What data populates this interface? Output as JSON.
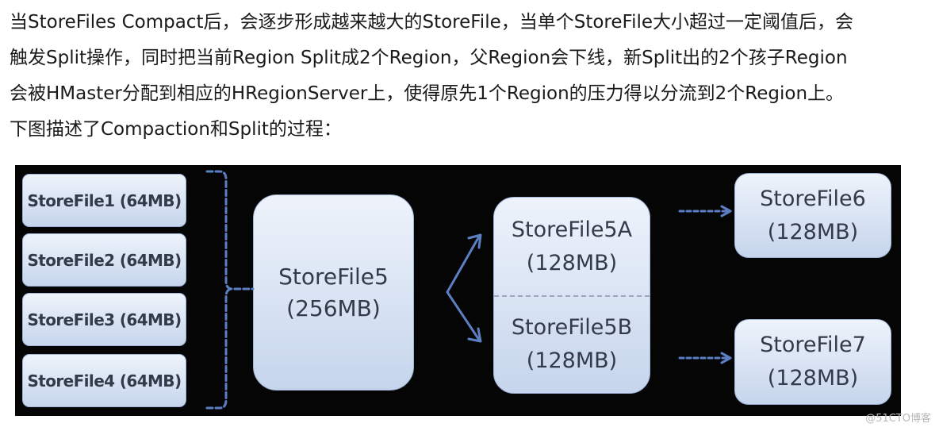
{
  "paragraph": {
    "lines": [
      "当StoreFiles Compact后，会逐步形成越来越大的StoreFile，当单个StoreFile大小超过一定阈值后，会",
      "触发Split操作，同时把当前Region Split成2个Region，父Region会下线，新Split出的2个孩子Region",
      "会被HMaster分配到相应的HRegionServer上，使得原先1个Region的压力得以分流到2个Region上。",
      "下图描述了Compaction和Split的过程："
    ]
  },
  "diagram": {
    "small_files": [
      "StoreFile1 (64MB)",
      "StoreFile2 (64MB)",
      "StoreFile3 (64MB)",
      "StoreFile4 (64MB)"
    ],
    "compacted": {
      "name": "StoreFile5",
      "size": "(256MB)"
    },
    "split_top": {
      "name": "StoreFile5A",
      "size": "(128MB)"
    },
    "split_bottom": {
      "name": "StoreFile5B",
      "size": "(128MB)"
    },
    "result_top": {
      "name": "StoreFile6",
      "size": "(128MB)"
    },
    "result_bottom": {
      "name": "StoreFile7",
      "size": "(128MB)"
    },
    "arrow_color": "#5b7fc2"
  },
  "watermark": "@51CTO博客"
}
